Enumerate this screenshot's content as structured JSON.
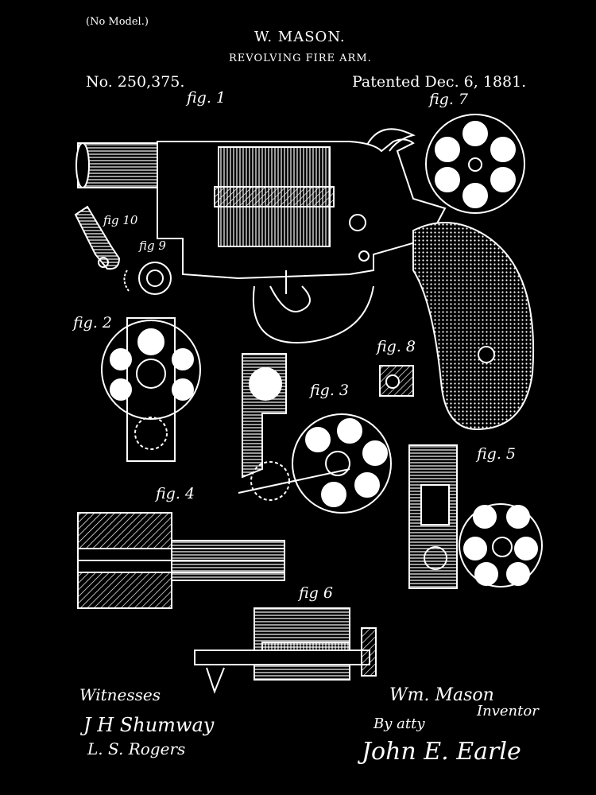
{
  "header": {
    "no_model": "(No Model.)",
    "inventor": "W. MASON.",
    "title": "REVOLVING FIRE ARM.",
    "patent_number": "No. 250,375.",
    "patented": "Patented Dec. 6, 1881."
  },
  "figures": {
    "fig1": "fig. 1",
    "fig2": "fig. 2",
    "fig3": "fig. 3",
    "fig4": "fig. 4",
    "fig5": "fig. 5",
    "fig6": "fig 6",
    "fig7": "fig. 7",
    "fig8": "fig. 8",
    "fig9": "fig 9",
    "fig10": "fig 10"
  },
  "footer": {
    "witnesses_label": "Witnesses",
    "witness1": "J H Shumway",
    "witness2": "L. S. Rogers",
    "inventor_signature": "Wm. Mason",
    "inventor_label": "Inventor",
    "attorney_label": "By atty",
    "attorney_signature": "John E. Earle"
  },
  "colors": {
    "background": "#000000",
    "ink": "#ffffff"
  }
}
